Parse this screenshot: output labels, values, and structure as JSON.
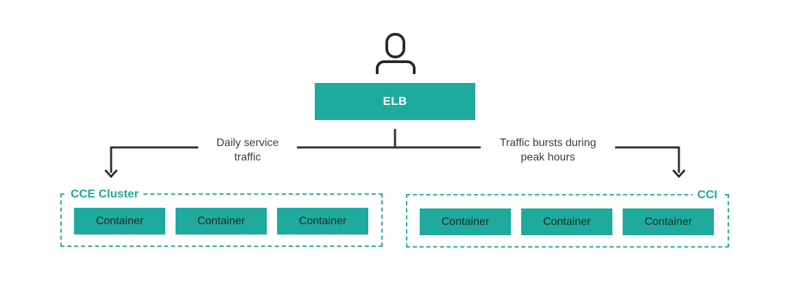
{
  "user": {
    "icon": "person-icon"
  },
  "elb": {
    "label": "ELB"
  },
  "branches": {
    "left": {
      "line1": "Daily service",
      "line2": "traffic"
    },
    "right": {
      "line1": "Traffic bursts during",
      "line2": "peak hours"
    }
  },
  "clusters": [
    {
      "name": "CCE Cluster",
      "label_position": "top-left",
      "containers": [
        "Container",
        "Container",
        "Container"
      ]
    },
    {
      "name": "CCI",
      "label_position": "top-right",
      "containers": [
        "Container",
        "Container",
        "Container"
      ]
    }
  ],
  "colors": {
    "accent_teal": "#1faa9e",
    "dashed_border": "#27aaa1",
    "connector_line": "#2b2d2f",
    "branch_label_text": "#3a3d40",
    "container_text": "#22262a",
    "elb_text": "#ffffff",
    "icon_stroke": "#26282b"
  }
}
